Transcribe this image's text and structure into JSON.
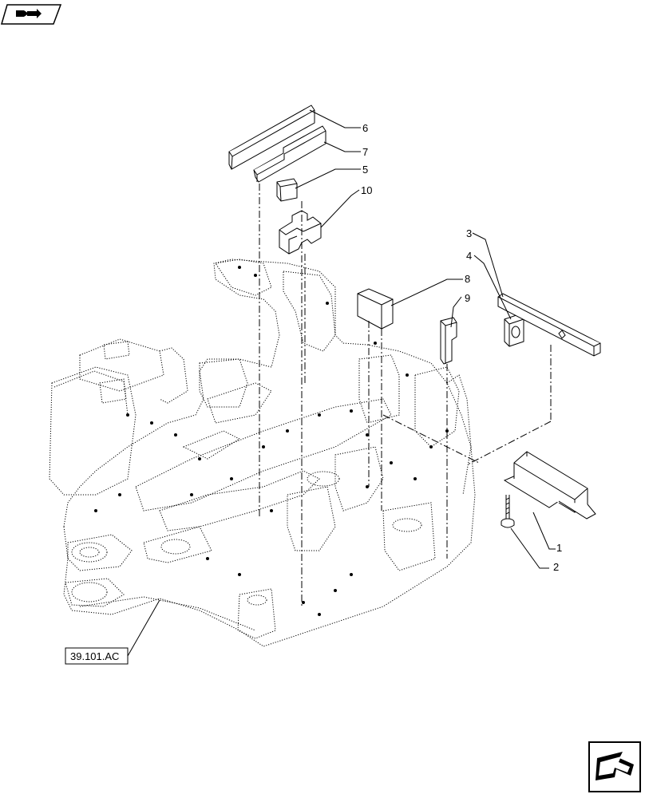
{
  "reference_box": {
    "label": "39.101.AC"
  },
  "callouts": [
    {
      "number": "1"
    },
    {
      "number": "2"
    },
    {
      "number": "3"
    },
    {
      "number": "4"
    },
    {
      "number": "5"
    },
    {
      "number": "6"
    },
    {
      "number": "7"
    },
    {
      "number": "8"
    },
    {
      "number": "9"
    },
    {
      "number": "10"
    }
  ],
  "icons": {
    "top_left": "book-arrow-icon",
    "bottom_right": "next-page-arrow-icon"
  },
  "colors": {
    "line": "#000000",
    "background": "#ffffff"
  }
}
